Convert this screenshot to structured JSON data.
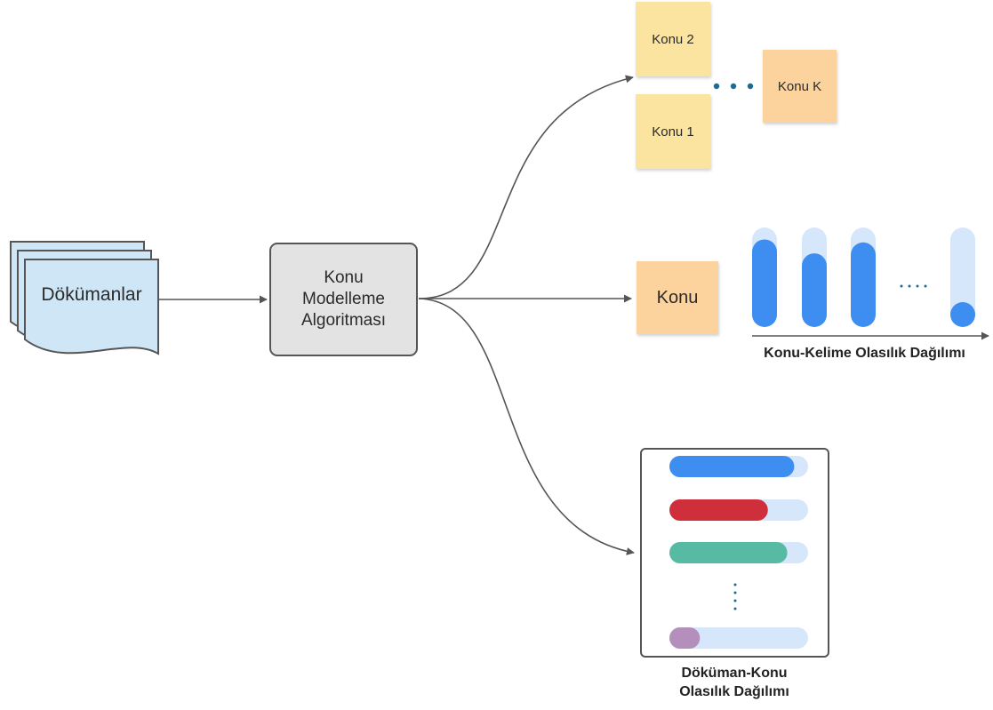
{
  "documents": {
    "label": "Dökümanlar"
  },
  "algorithm": {
    "label_lines": [
      "Konu",
      "Modelleme",
      "Algoritması"
    ]
  },
  "topic_notes": [
    {
      "label": "Konu 2"
    },
    {
      "label": "Konu 1"
    },
    {
      "label": "Konu K"
    }
  ],
  "topic_word": {
    "note_label": "Konu",
    "caption": "Konu-Kelime Olasılık Dağılımı",
    "fill_fractions": [
      0.88,
      0.74,
      0.85,
      0.2
    ]
  },
  "document_topic": {
    "caption_lines": [
      "Döküman-Konu",
      "Olasılık Dağılımı"
    ],
    "fill_fractions": [
      0.9,
      0.71,
      0.85,
      0.22
    ]
  },
  "colors": {
    "documents_fill": "#cfe6f7",
    "algorithm_fill": "#e3e3e3",
    "note_yellow": "#fbe4a0",
    "note_orange": "#fdd39d",
    "bar_blue": "#3d8ef0",
    "bar_track": "#d6e6fb",
    "bar_red": "#cf2e3b",
    "bar_green": "#56bba2",
    "bar_purple": "#b48fbc",
    "dots": "#1d6a96",
    "arrow": "#555555"
  }
}
